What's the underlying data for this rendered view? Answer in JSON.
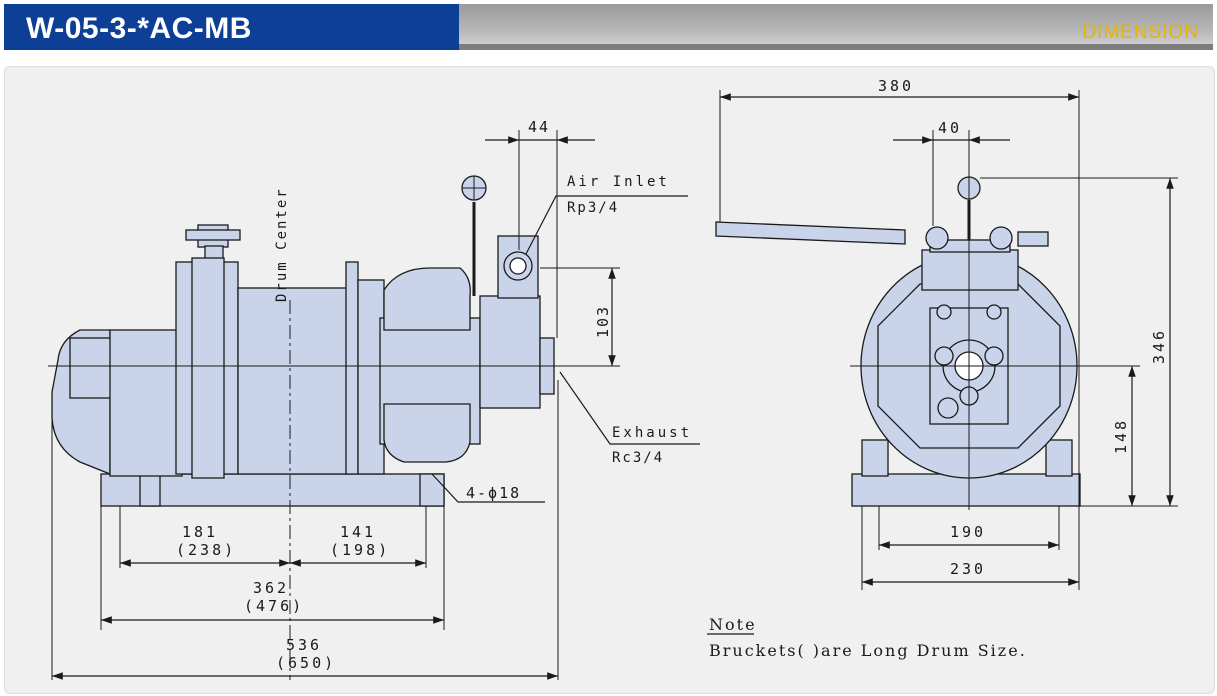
{
  "header": {
    "model": "W-05-3-*AC-MB",
    "section": "DIMENSION"
  },
  "colors": {
    "header_blue": "#0e3f96",
    "accent_yellow": "#e8b400",
    "part_fill": "#c9d4ea",
    "line": "#1a1a1a"
  },
  "side_view": {
    "drum_center_label": "Drum Center",
    "air_inlet_label": "Air Inlet",
    "air_inlet_thread": "Rp3/4",
    "exhaust_label": "Exhaust",
    "exhaust_thread": "Rc3/4",
    "hole_label": "4-ϕ18",
    "dim_44": "44",
    "dim_103": "103",
    "dim_181": "181",
    "dim_181_long": "(238)",
    "dim_141": "141",
    "dim_141_long": "(198)",
    "dim_362": "362",
    "dim_362_long": "(476)",
    "dim_536": "536",
    "dim_536_long": "(650)"
  },
  "front_view": {
    "dim_380": "380",
    "dim_40": "40",
    "dim_346": "346",
    "dim_148": "148",
    "dim_190": "190",
    "dim_230": "230"
  },
  "note": {
    "title": "Note",
    "text": "Bruckets( )are Long Drum Size."
  }
}
